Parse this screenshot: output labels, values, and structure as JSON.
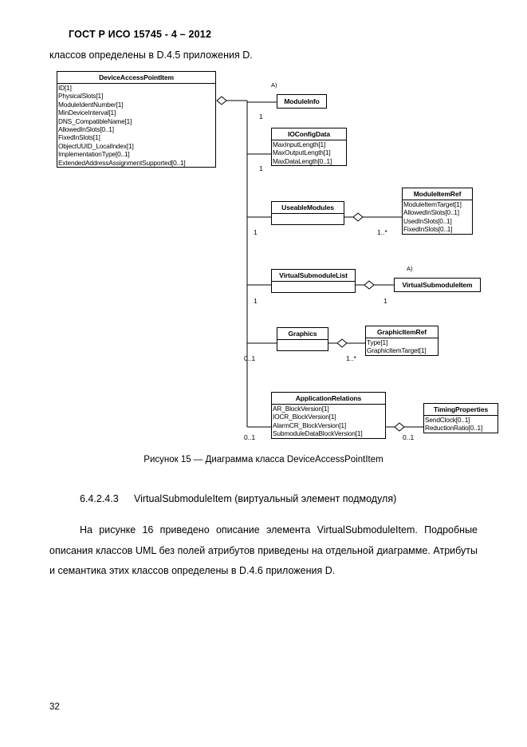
{
  "header": {
    "standard_title": "ГОСТ Р ИСО 15745 - 4 – 2012",
    "intro_line": "классов определены в D.4.5 приложения D."
  },
  "diagram": {
    "main_class": {
      "name": "DeviceAccessPointItem",
      "attributes": [
        "ID[1]",
        "PhysicalSlots[1]",
        "ModuleIdentNumber[1]",
        "MinDeviceInterval[1]",
        "DNS_CompatibleName[1]",
        "AllowedInSlots[0..1]",
        "FixedInSlots[1]",
        "ObjectUUID_LocalIndex[1]",
        "ImplementationType[0..1]",
        "ExtendedAddressAssignmentSupported[0..1]"
      ]
    },
    "classes": [
      {
        "id": "module-info",
        "name": "ModuleInfo",
        "attributes": [],
        "note": "A)",
        "mult_near": "1"
      },
      {
        "id": "io-config-data",
        "name": "IOConfigData",
        "attributes": [
          "MaxInputLength[1]",
          "MaxOutputLength[1]",
          "MaxDataLength[0..1]"
        ],
        "note": "",
        "mult_near": "1"
      },
      {
        "id": "useable-modules",
        "name": "UseableModules",
        "attributes": [],
        "note": "",
        "mult_near": "1"
      },
      {
        "id": "module-item-ref",
        "name": "ModuleItemRef",
        "attributes": [
          "ModuleItemTarget[1]",
          "AllowedInSlots[0..1]",
          "UsedInSlots[0..1]",
          "FixedInSlots[0..1]"
        ],
        "note": "",
        "mult_near": "1..*"
      },
      {
        "id": "virtual-submodule-list",
        "name": "VirtualSubmoduleList",
        "attributes": [],
        "note": "",
        "mult_near": "1"
      },
      {
        "id": "virtual-submodule-item",
        "name": "VirtualSubmoduleItem",
        "attributes": [],
        "note": "A)",
        "mult_near": "1"
      },
      {
        "id": "graphics",
        "name": "Graphics",
        "attributes": [],
        "note": "",
        "mult_near": "0..1"
      },
      {
        "id": "graphic-item-ref",
        "name": "GraphicItemRef",
        "attributes": [
          "Type[1]",
          "GraphicItemTarget[1]"
        ],
        "note": "",
        "mult_near": "1..*"
      },
      {
        "id": "application-relations",
        "name": "ApplicationRelations",
        "attributes": [
          "AR_BlockVersion[1]",
          "IOCR_BlockVersion[1]",
          "AlarmCR_BlockVersion[1]",
          "SubmoduleDataBlockVersion[1]"
        ],
        "note": "",
        "mult_near": "0..1"
      },
      {
        "id": "timing-properties",
        "name": "TimingProperties",
        "attributes": [
          "SendClock[0..1]",
          "ReductionRatio[0..1]"
        ],
        "note": "",
        "mult_near": "0..1"
      }
    ],
    "multiplicities": {
      "module_info": "1",
      "io_config_data": "1",
      "useable_modules": "1",
      "module_item_ref": "1..*",
      "virtual_submodule_list": "1",
      "virtual_submodule_item": "1",
      "graphics": "0..1",
      "graphic_item_ref": "1..*",
      "application_relations": "0..1",
      "timing_properties": "0..1"
    },
    "notes": {
      "module_info": "A)",
      "virtual_submodule_item": "A)"
    }
  },
  "figure_caption": "Рисунок 15 — Диаграмма класса DeviceAccessPointItem",
  "clause": {
    "number": "6.4.2.4.3",
    "title": "VirtualSubmoduleItem (виртуальный элемент подмодуля)"
  },
  "body_paragraph": "На рисунке 16 приведено описание элемента VirtualSubmoduleItem. Подробные описания классов UML без полей атрибутов приведены на отдельной диаграмме. Атрибуты и семантика этих классов определены в D.4.6 приложения D.",
  "page_number": "32"
}
